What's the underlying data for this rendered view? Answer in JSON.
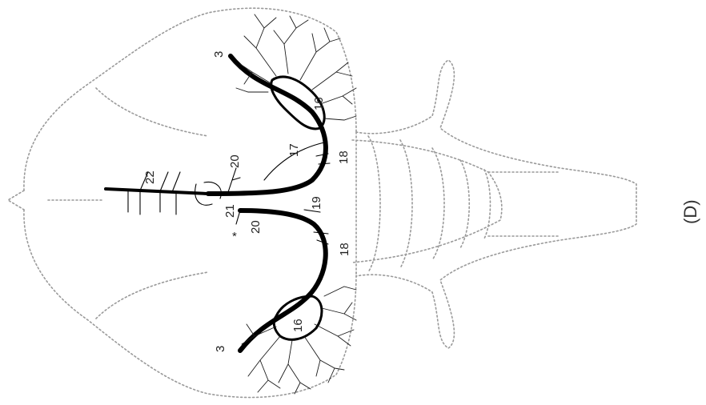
{
  "labels": {
    "n3_top": "3",
    "n3_bottom": "3",
    "n16_top": "16",
    "n16_bottom": "16",
    "n17": "17",
    "n18_top": "18",
    "n18_bottom": "18",
    "n19": "19",
    "n20_top": "20",
    "n20_bottom": "20",
    "n21": "21",
    "n22": "22",
    "asterisk": "*",
    "panel": "(D)"
  }
}
